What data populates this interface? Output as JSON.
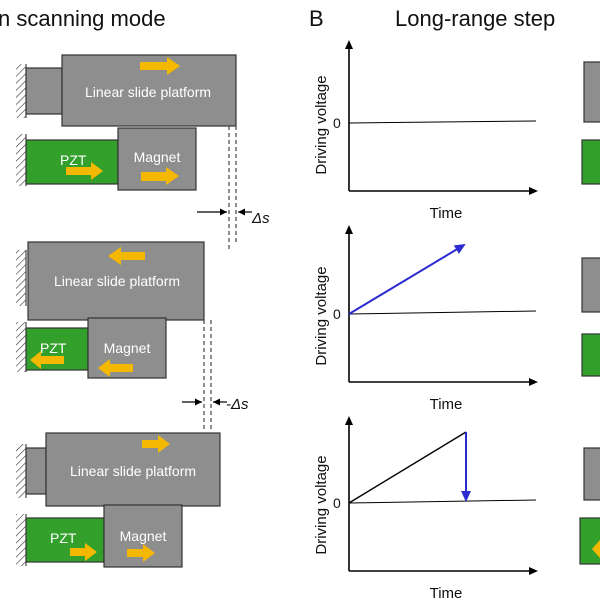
{
  "headings": {
    "left": "n scanning mode",
    "panel_letter": "B",
    "right": "Long-range step"
  },
  "blocks": {
    "platform": "Linear slide platform",
    "pzt": "PZT",
    "magnet": "Magnet"
  },
  "offsets": {
    "plus": "Δs",
    "minus": "-Δs"
  },
  "plots": {
    "ylabel": "Driving voltage",
    "xlabel": "Time",
    "zero": "0"
  },
  "colors": {
    "platform": "#8e8e8e",
    "pzt": "#33a02c",
    "arrow": "#f5b800",
    "ramp": "#2b2bd0",
    "axis": "#000000"
  }
}
